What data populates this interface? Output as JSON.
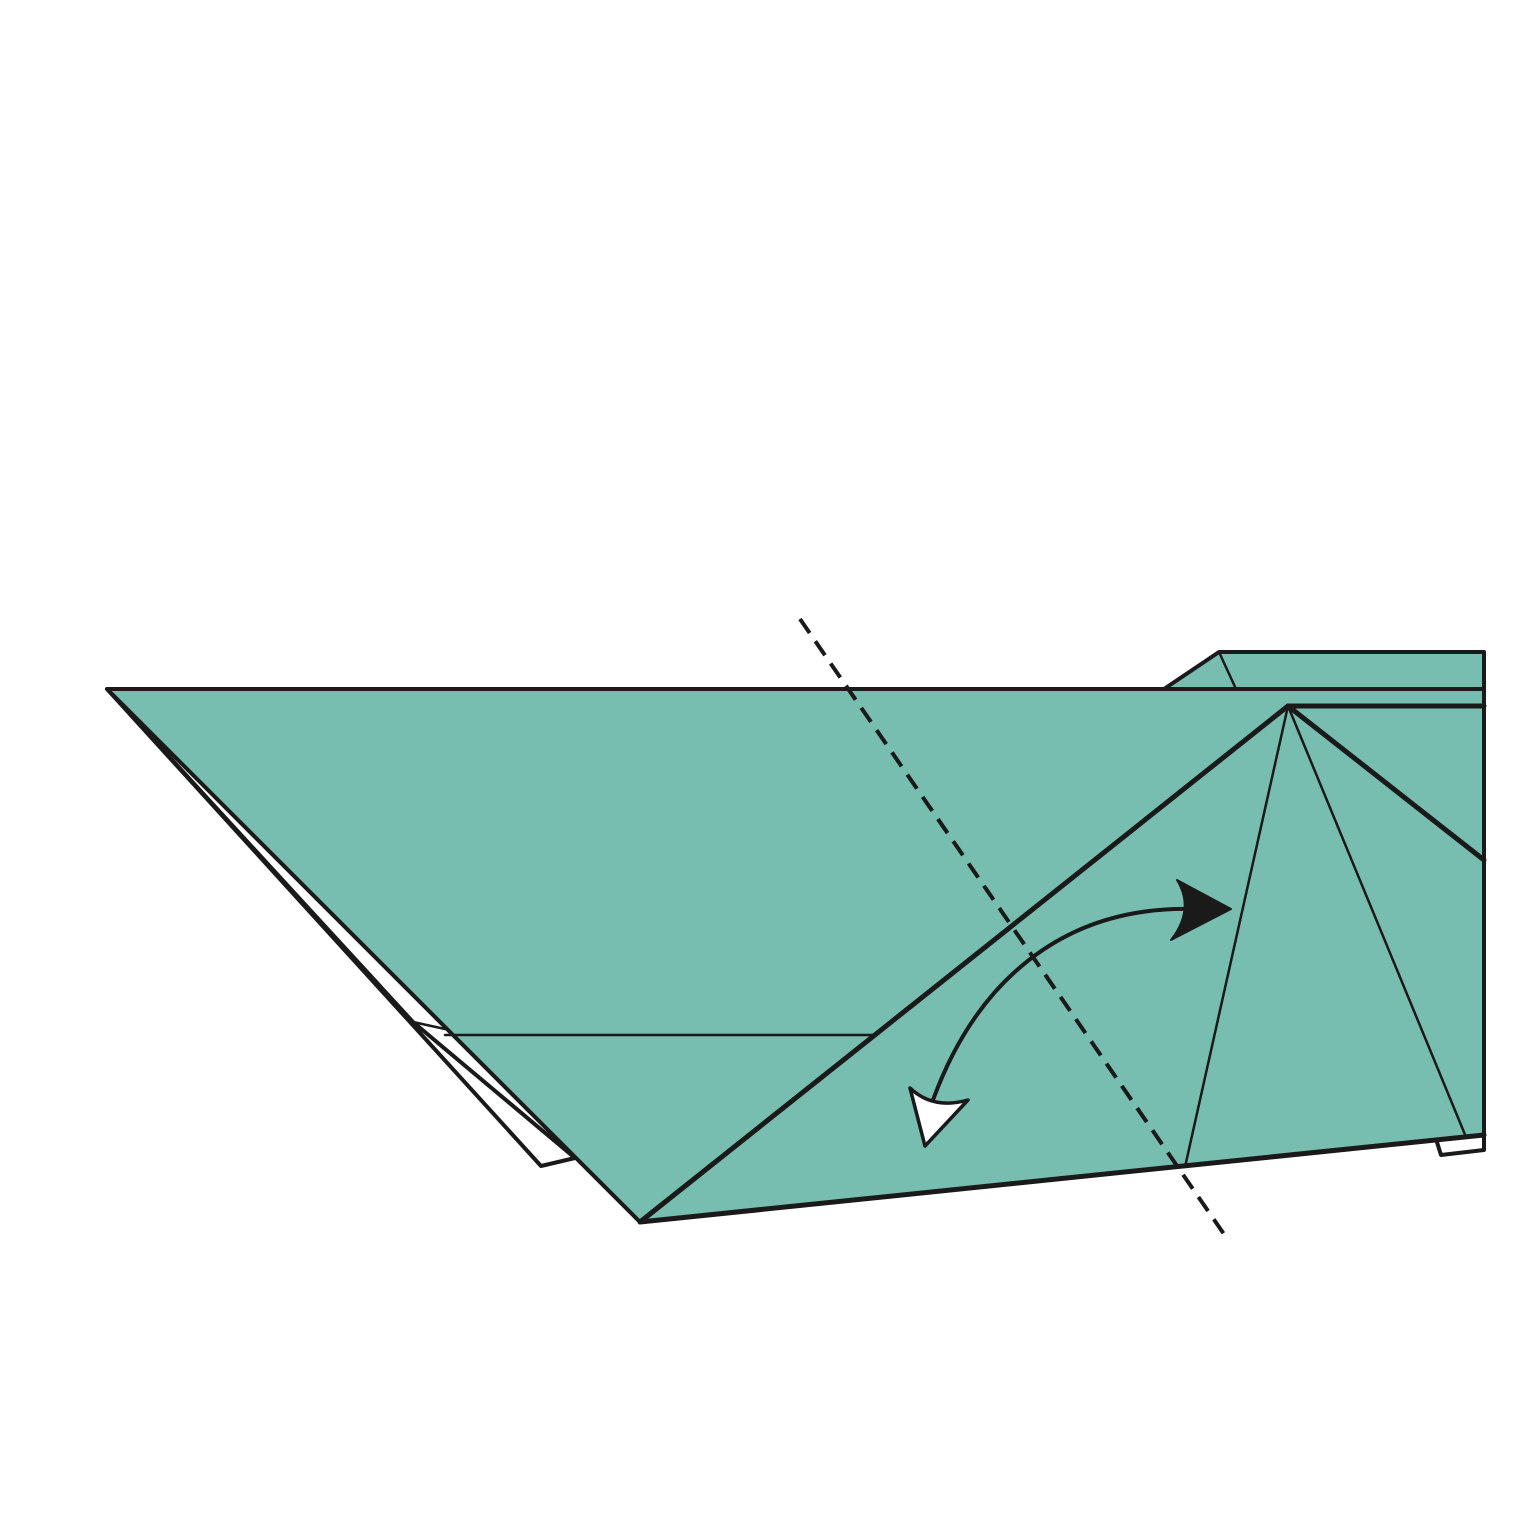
{
  "colors": {
    "paper": "#77bdb0",
    "paper_back": "#ffffff",
    "line": "#1a1a1a",
    "background": "#ffffff"
  },
  "diagram": {
    "subject": "origami-fold-step",
    "fold_type": "valley-fold",
    "fold_line_style": "dashed",
    "arrows": [
      {
        "kind": "fold-over",
        "head": "filled"
      },
      {
        "kind": "unfold-back",
        "head": "hollow"
      }
    ]
  }
}
